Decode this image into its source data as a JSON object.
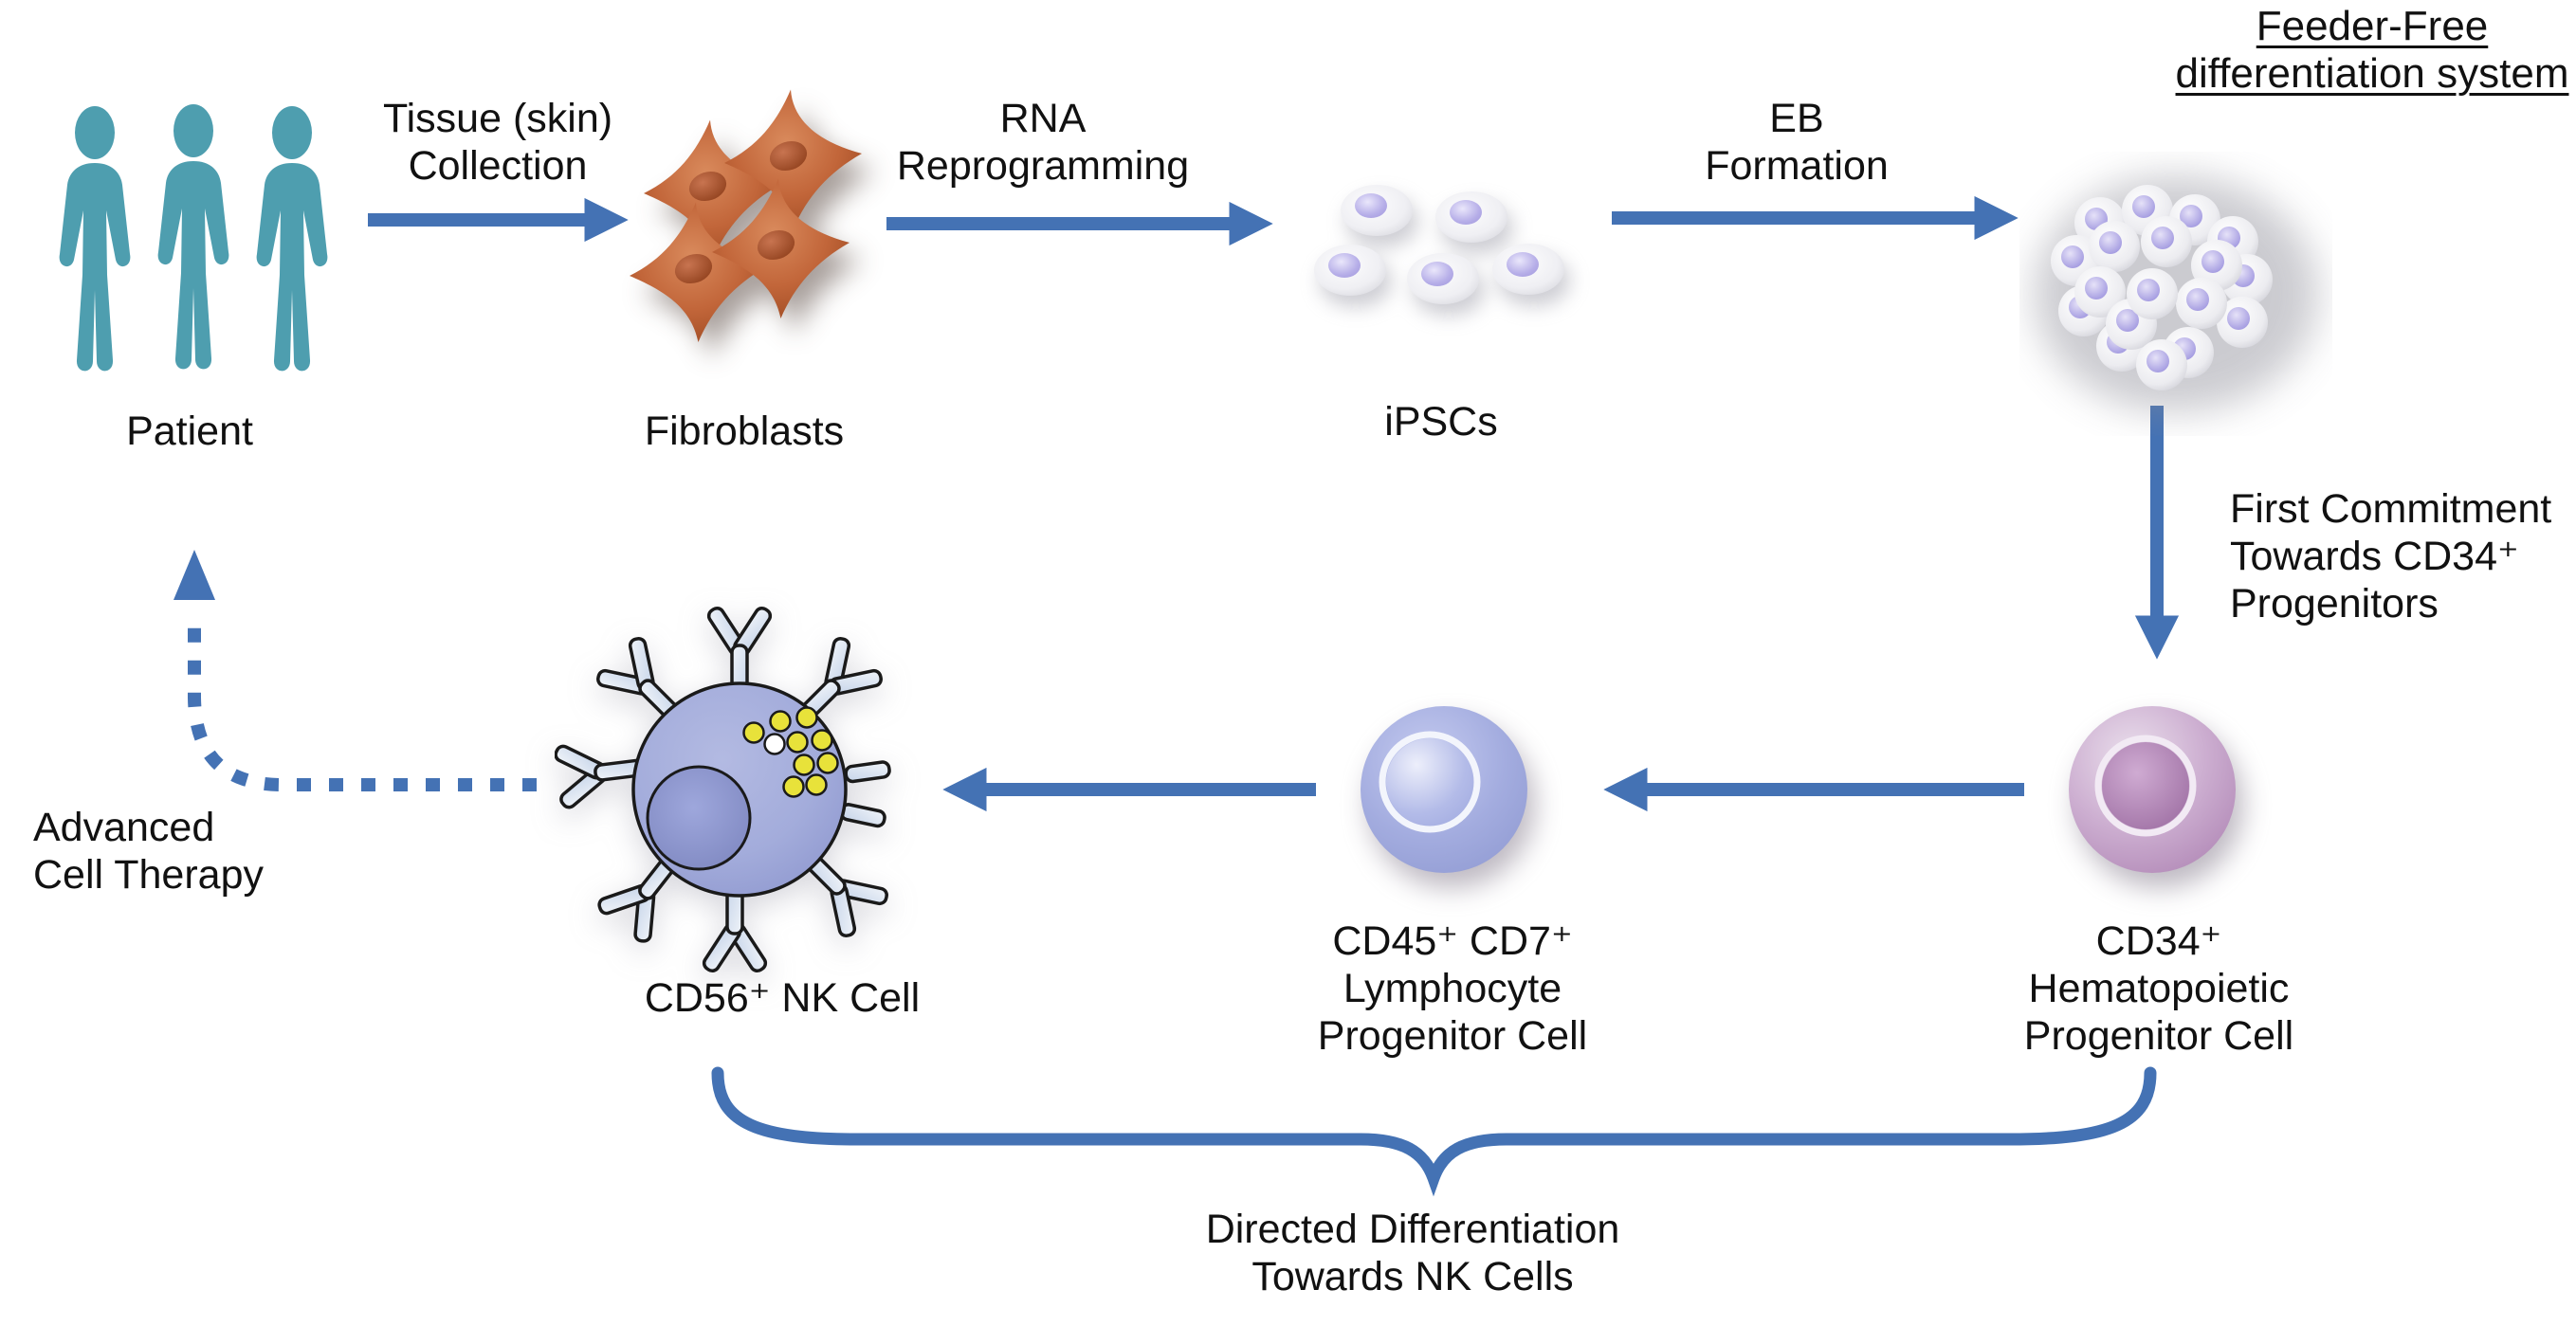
{
  "colors": {
    "arrow_blue": "#4472B4",
    "patient_teal": "#4E9EAF",
    "fibroblast_orange": "#C2663A",
    "ipsc_nucleus_lavender": "#B6AEE8",
    "cd34_mauve": "#C9A9CB",
    "lymphocyte_periwinkle": "#9BA4D8",
    "nk_body_periwinkle": "#A3ACDF",
    "granule_yellow": "#E8E23A",
    "text": "#111111"
  },
  "header": {
    "title_line1": "Feeder-Free",
    "title_line2": "differentiation system"
  },
  "steps": {
    "tissue_collection": {
      "line1": "Tissue (skin)",
      "line2": "Collection"
    },
    "rna_reprogramming": {
      "line1": "RNA",
      "line2": "Reprogramming"
    },
    "eb_formation": {
      "line1": "EB",
      "line2": "Formation"
    },
    "first_commitment": {
      "line1": "First Commitment",
      "line2": "Towards CD34⁺",
      "line3": "Progenitors"
    },
    "advanced_cell_therapy": {
      "line1": "Advanced",
      "line2": "Cell Therapy"
    },
    "directed_differentiation": {
      "line1": "Directed Differentiation",
      "line2": "Towards NK Cells"
    }
  },
  "nodes": {
    "patient": {
      "label": "Patient",
      "icon": "patient-group-icon"
    },
    "fibroblasts": {
      "label": "Fibroblasts",
      "icon": "fibroblast-cells-icon"
    },
    "ipscs": {
      "label": "iPSCs",
      "icon": "ipsc-colony-icon"
    },
    "embryoid_body": {
      "icon": "embryoid-body-icon"
    },
    "cd34": {
      "line1": "CD34⁺",
      "line2": "Hematopoietic",
      "line3": "Progenitor Cell",
      "icon": "cd34-cell-icon"
    },
    "cd45_cd7": {
      "line1": "CD45⁺ CD7⁺",
      "line2": "Lymphocyte",
      "line3": "Progenitor Cell",
      "icon": "lymphocyte-progenitor-icon"
    },
    "nk_cell": {
      "label": "CD56⁺ NK Cell",
      "icon": "nk-cell-icon"
    }
  }
}
